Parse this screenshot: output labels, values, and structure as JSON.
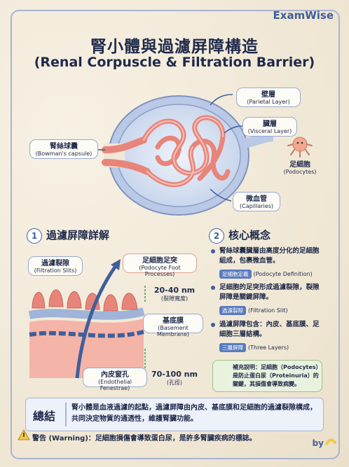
{
  "brand": "ExamWise",
  "title": "腎小體與過濾屏障構造",
  "subtitle": "(Renal Corpuscle & Filtration Barrier)",
  "top_labels": {
    "parietal": {
      "zh": "壁層",
      "en": "(Parietal Layer)"
    },
    "visceral": {
      "zh": "臟層",
      "en": "(Visceral Layer)"
    },
    "bowman": {
      "zh": "腎絲球囊",
      "en": "(Bowman's capsule)"
    },
    "podocytes": {
      "zh": "足細胞",
      "en": "(Podocytes)"
    },
    "capillaries": {
      "zh": "微血管",
      "en": "(Capillaries)"
    }
  },
  "section1": {
    "number": "1",
    "heading": "過濾屏障詳解",
    "slits": {
      "zh": "過濾裂隙",
      "en": "(Filtration Slits)"
    },
    "foot": {
      "zh": "足細胞足突",
      "en": "(Podocyte Foot Processes)"
    },
    "size1": {
      "value": "20-40 nm",
      "note": "(裂隙寬度)"
    },
    "basement": {
      "zh": "基底膜",
      "en": "(Basement Membrane)"
    },
    "endothelial": {
      "zh": "內皮窗孔",
      "en": "(Endothelial Fenestrae)"
    },
    "size2": {
      "value": "70-100 nm",
      "note": "(孔徑)"
    }
  },
  "section2": {
    "number": "2",
    "heading": "核心概念",
    "bullets": [
      {
        "text": "腎絲球囊臟層由高度分化的足細胞組成，包裹微血管。",
        "tag": "足細胞定義",
        "tag_en": "(Podocyte Definition)"
      },
      {
        "text": "足細胞的足突形成過濾裂隙，裂隙屏障是關鍵屏障。",
        "tag": "過濾裂隙",
        "tag_en": "(Filtration Slit)"
      },
      {
        "text": "過濾屏障包含：內皮、基底膜、足細胞三層結構。",
        "tag": "三層屏障",
        "tag_en": "(Three Layers)"
      }
    ],
    "note": "補充說明：足細胞（Podocytes）是防止蛋白尿（Proteinuria）的關鍵，其損傷會導致病變。"
  },
  "summary": {
    "key": "總結",
    "text": "腎小體是血液過濾的起點，過濾屏障由內皮、基底膜和足細胞的過濾裂隙構成，共同決定物質的通透性，維護腎臟功能。"
  },
  "warning": "警告 (Warning)：足細胞損傷會導致蛋白尿，是許多腎臟疾病的標誌。",
  "by": "by",
  "colors": {
    "accent": "#3f5f9a",
    "vessel": "#e8857a",
    "capsule": "#9fb4d8"
  }
}
